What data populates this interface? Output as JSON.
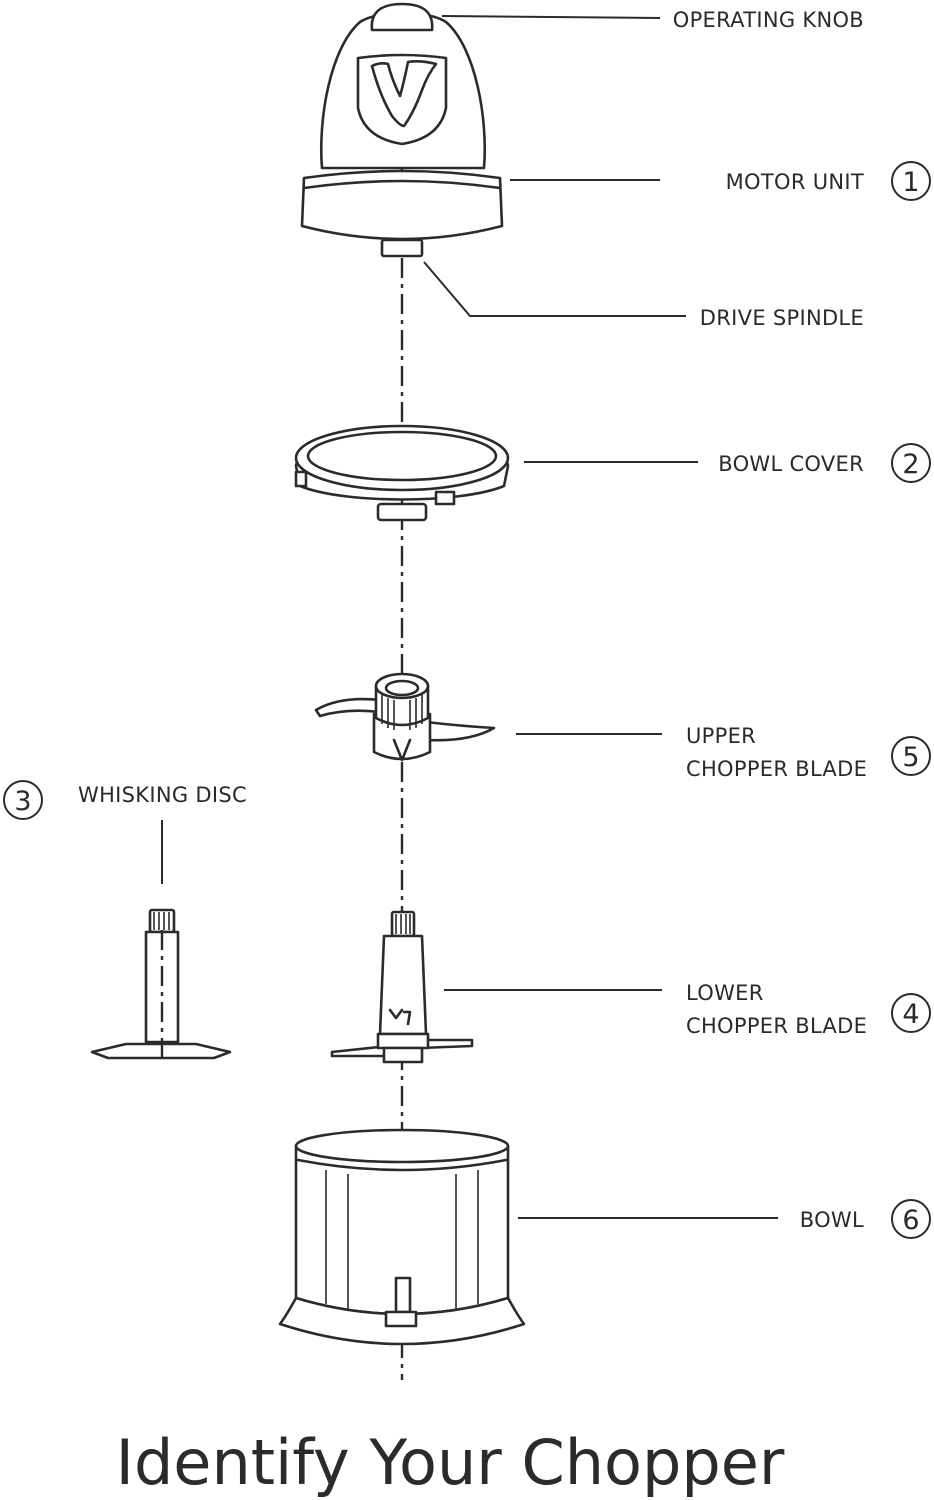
{
  "title": "Identify Your Chopper",
  "parts": {
    "operating_knob": {
      "label": "OPERATING KNOB"
    },
    "motor_unit": {
      "label": "MOTOR UNIT",
      "number": "1"
    },
    "drive_spindle": {
      "label": "DRIVE SPINDLE"
    },
    "bowl_cover": {
      "label": "BOWL COVER",
      "number": "2"
    },
    "upper_chopper_blade": {
      "label_line1": "UPPER",
      "label_line2": "CHOPPER BLADE",
      "number": "5"
    },
    "whisking_disc": {
      "label": "WHISKING DISC",
      "number": "3"
    },
    "lower_chopper_blade": {
      "label_line1": "LOWER",
      "label_line2": "CHOPPER BLADE",
      "number": "4"
    },
    "bowl": {
      "label": "BOWL",
      "number": "6"
    }
  },
  "colors": {
    "ink": "#2b2b2b",
    "background": "#ffffff"
  }
}
